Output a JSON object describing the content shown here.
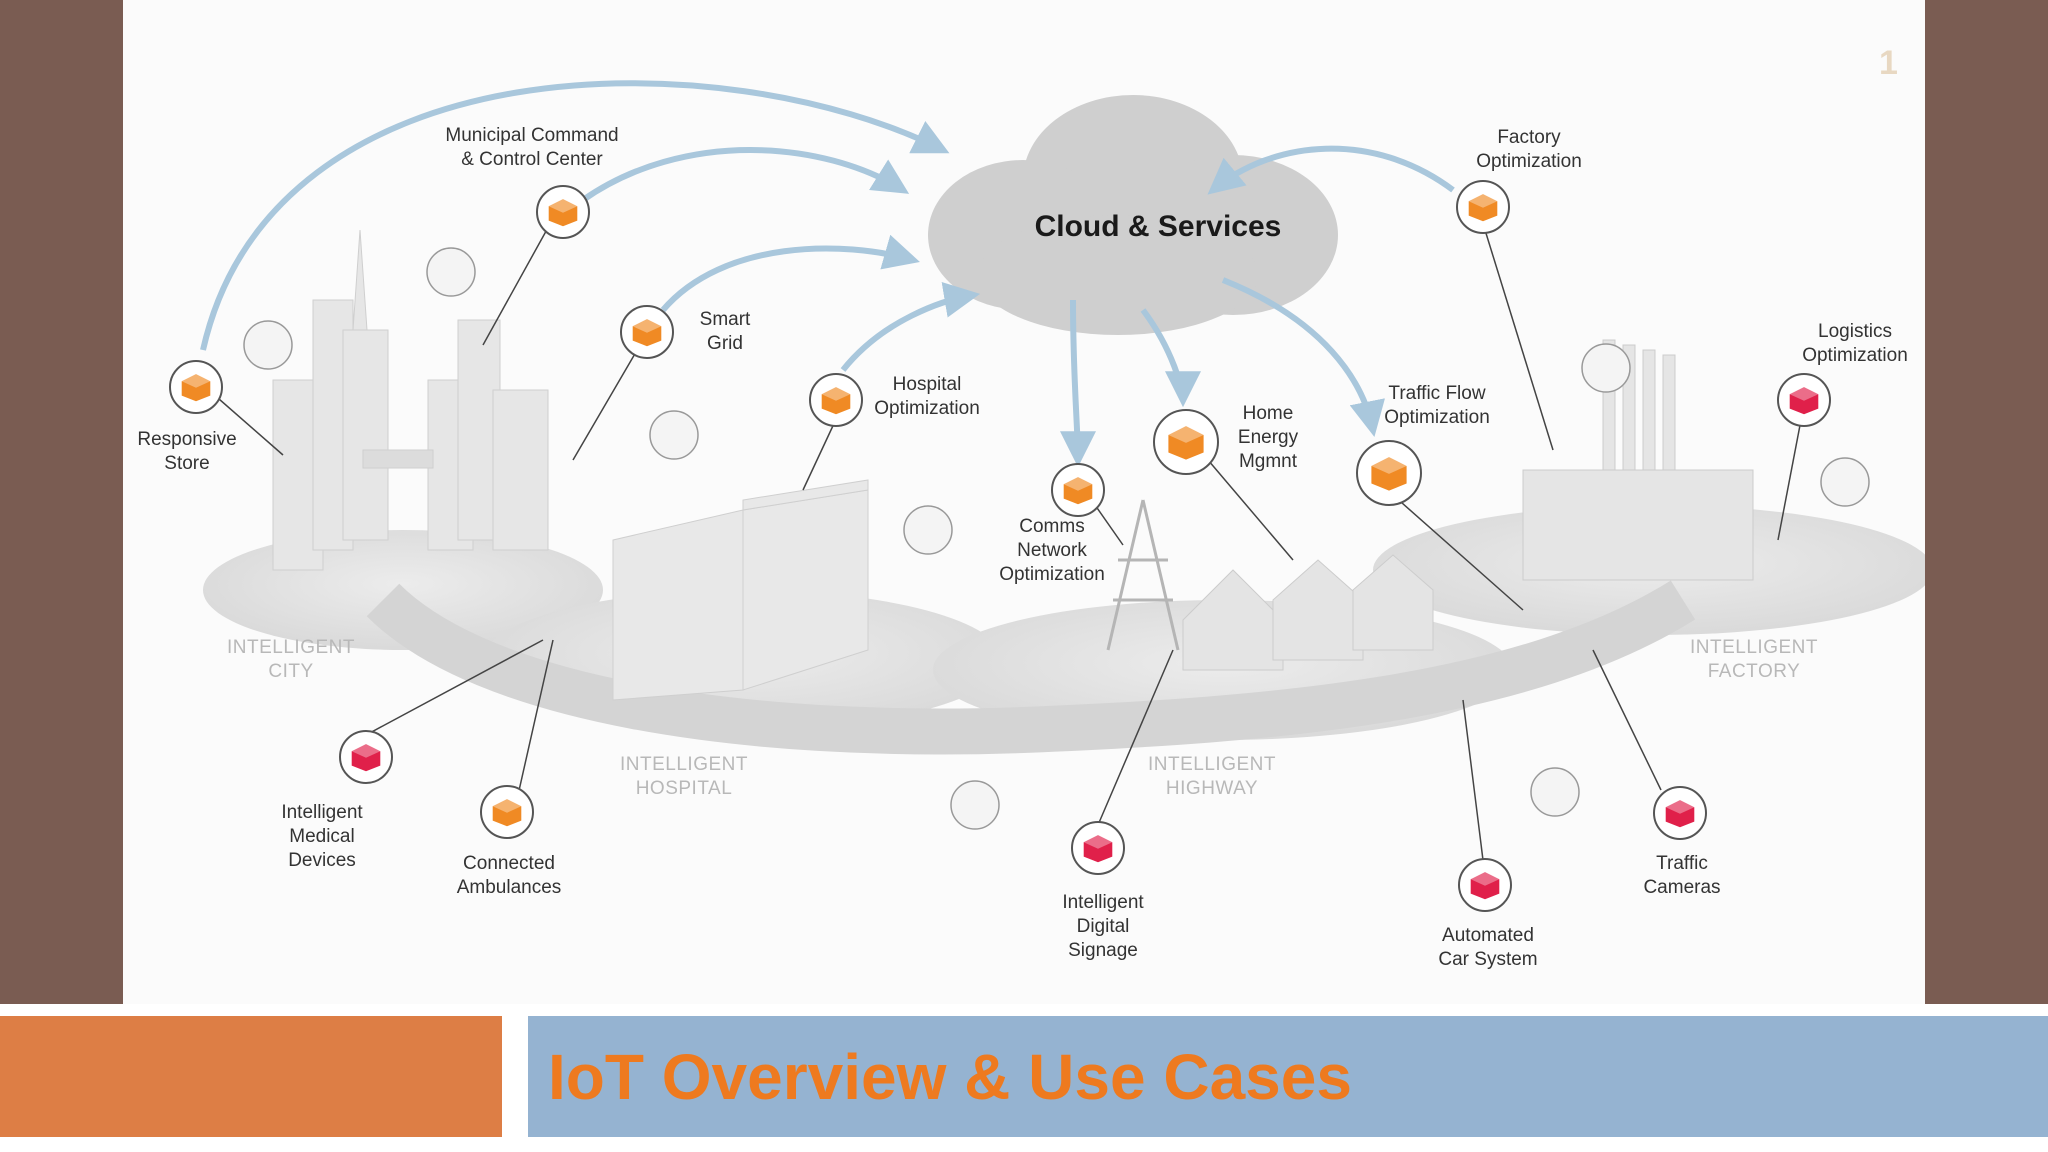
{
  "slide": {
    "title": "IoT Overview & Use Cases",
    "number": "1"
  },
  "colors": {
    "side_bar": "#7a5c52",
    "footer_orange": "#dd7e45",
    "footer_blue": "#95b3d1",
    "title_text": "#ee7a1f",
    "device_orange": "#f08a24",
    "device_red": "#e0204a"
  },
  "diagram": {
    "cloud_label": "Cloud & Services",
    "nodes": [
      {
        "id": "municipal",
        "label": "Municipal Command\n& Control Center",
        "device": "orange"
      },
      {
        "id": "smart-grid",
        "label": "Smart\nGrid",
        "device": "orange"
      },
      {
        "id": "responsive-store",
        "label": "Responsive\nStore",
        "device": "orange"
      },
      {
        "id": "hospital-optimization",
        "label": "Hospital\nOptimization",
        "device": "orange"
      },
      {
        "id": "comms-network",
        "label": "Comms\nNetwork\nOptimization",
        "device": "orange"
      },
      {
        "id": "home-energy",
        "label": "Home\nEnergy\nMgmnt",
        "device": "orange"
      },
      {
        "id": "traffic-flow",
        "label": "Traffic Flow\nOptimization",
        "device": "orange"
      },
      {
        "id": "factory-optimization",
        "label": "Factory\nOptimization",
        "device": "orange"
      },
      {
        "id": "logistics",
        "label": "Logistics\nOptimization",
        "device": "red"
      },
      {
        "id": "medical-devices",
        "label": "Intelligent\nMedical\nDevices",
        "device": "red"
      },
      {
        "id": "ambulances",
        "label": "Connected\nAmbulances",
        "device": "orange"
      },
      {
        "id": "digital-signage",
        "label": "Intelligent\nDigital\nSignage",
        "device": "red"
      },
      {
        "id": "car-system",
        "label": "Automated\nCar System",
        "device": "red"
      },
      {
        "id": "traffic-cameras",
        "label": "Traffic\nCameras",
        "device": "red"
      }
    ],
    "zones": [
      {
        "id": "city",
        "label": "INTELLIGENT\nCITY"
      },
      {
        "id": "hospital",
        "label": "INTELLIGENT\nHOSPITAL"
      },
      {
        "id": "highway",
        "label": "INTELLIGENT\nHIGHWAY"
      },
      {
        "id": "factory",
        "label": "INTELLIGENT\nFACTORY"
      }
    ]
  }
}
